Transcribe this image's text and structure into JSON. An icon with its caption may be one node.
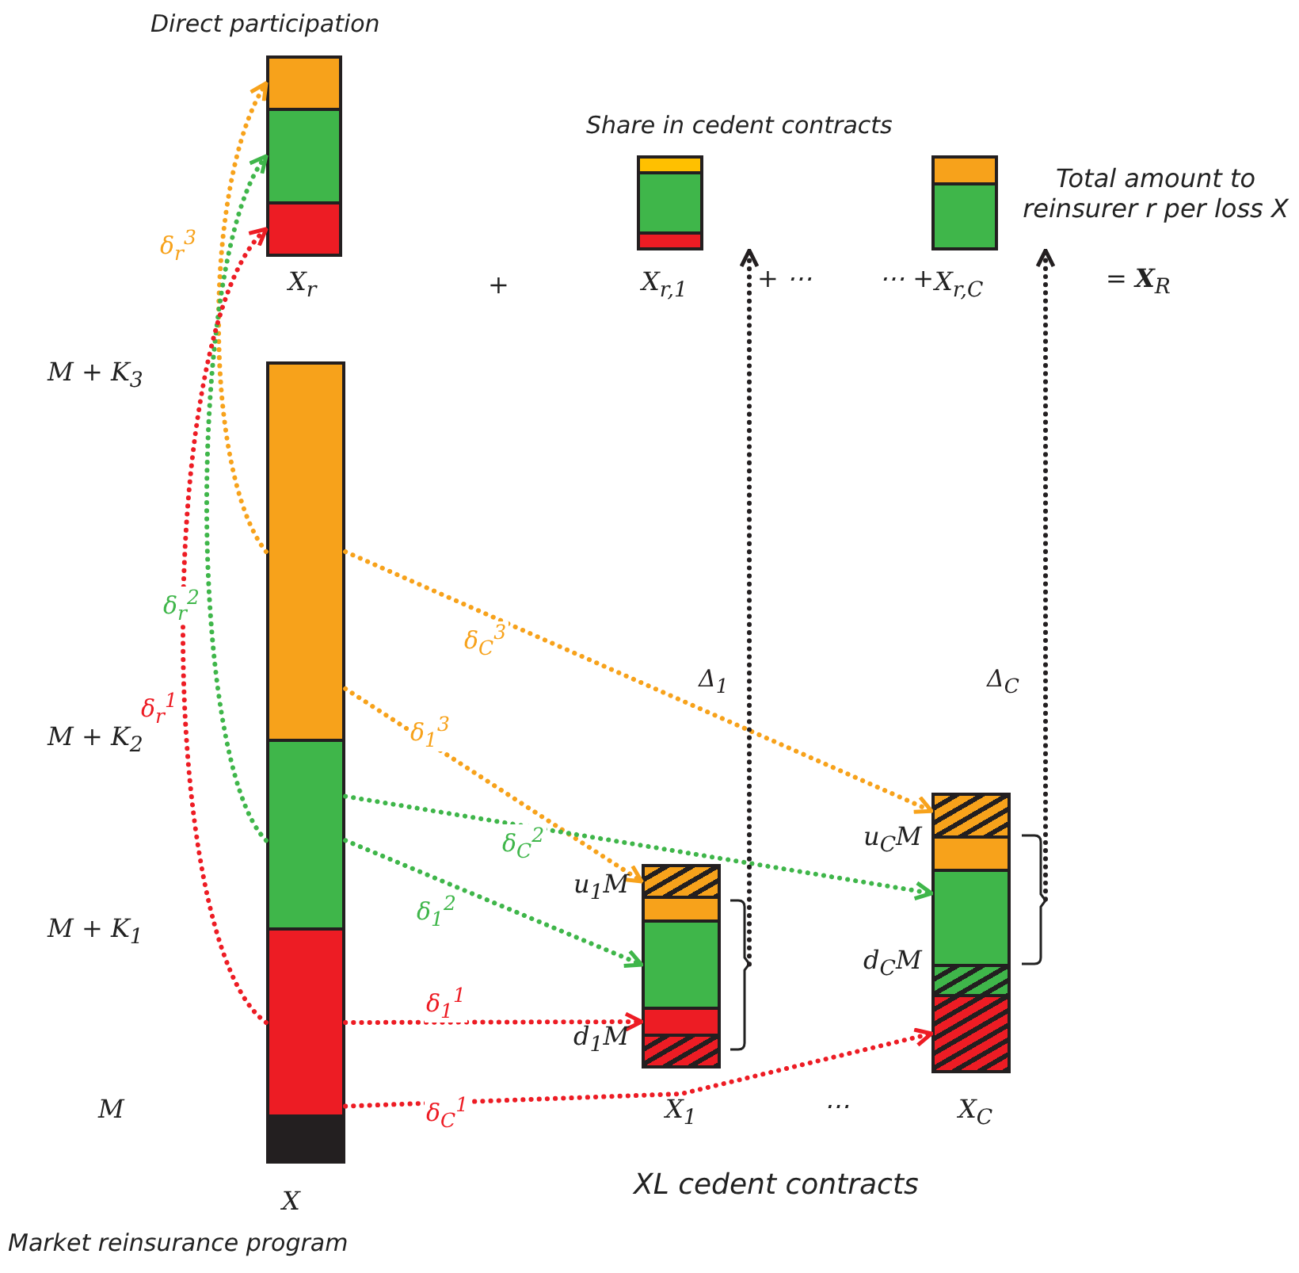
{
  "diagram": {
    "nodes": [
      {
        "text": [
          "Direct participation"
        ],
        "beside": [
          "X$_{r}$"
        ]
      },
      {
        "text": [],
        "shape": "bar",
        "in": 0
      },
      {
        "text": [],
        "shape": "bar",
        "in": 0
      },
      {
        "text": [],
        "shape": "bar",
        "in": 0
      },
      {
        "text": [
          "Share in cedent contracts"
        ],
        "beside": [
          "X$_{r,1}$"
        ]
      },
      {
        "text": [],
        "shape": "bar",
        "in": 4
      },
      {
        "text": [],
        "shape": "bar",
        "in": 4
      },
      {
        "text": [],
        "shape": "bar",
        "in": 4
      },
      {
        "text": [
          "Total amount to reinsurer r per loss X"
        ],
        "beside": [
          "X$_{r,C}$"
        ]
      },
      {
        "text": [],
        "shape": "bar",
        "in": 8
      },
      {
        "text": [],
        "shape": "bar",
        "in": 8
      },
      {
        "text": [
          "Market reinsurance program"
        ],
        "beside": [
          "X"
        ]
      },
      {
        "text": [],
        "shape": "bar",
        "in": 11
      },
      {
        "text": [],
        "shape": "bar",
        "in": 11
      },
      {
        "text": [],
        "shape": "bar",
        "in": 11
      },
      {
        "text": [],
        "shape": "bar",
        "in": 11
      },
      {
        "text": [],
        "shape": "bar",
        "beside": [
          "X$_{1}$"
        ]
      },
      {
        "text": [],
        "shape": "bar",
        "in": 16
      },
      {
        "text": [],
        "shape": "bar",
        "in": 16
      },
      {
        "text": [],
        "shape": "bar",
        "in": 16
      },
      {
        "text": [],
        "shape": "bar",
        "in": 16
      },
      {
        "text": [],
        "shape": "bar",
        "in": 16
      },
      {
        "text": [],
        "shape": "bar",
        "beside": [
          "X$_{C}$"
        ]
      },
      {
        "text": [],
        "shape": "bar",
        "in": 22
      },
      {
        "text": [],
        "shape": "bar",
        "in": 22
      },
      {
        "text": [],
        "shape": "bar",
        "in": 22
      },
      {
        "text": [],
        "shape": "bar",
        "in": 22
      },
      {
        "text": [],
        "shape": "bar",
        "in": 22
      }
    ],
    "edges": [
      {
        "from": 12,
        "to": 1,
        "arrow": "to",
        "label": "δ$_{r}$$^{3}$",
        "color": "#f7a21b"
      },
      {
        "from": 12,
        "to": 23,
        "arrow": "to",
        "label": "δ$_{C}$$^{3}$",
        "color": "#f7a21b"
      },
      {
        "from": 12,
        "to": 17,
        "arrow": "to",
        "label": "δ$_{1}$$^{3}$",
        "color": "#f7a21b"
      },
      {
        "from": 13,
        "to": 2,
        "arrow": "to",
        "label": "δ$_{r}$$^{2}$",
        "color": "#3fb64a"
      },
      {
        "from": 13,
        "to": 25,
        "arrow": "to",
        "label": "δ$_{C}$$^{2}$",
        "color": "#3fb64a"
      },
      {
        "from": 13,
        "to": 19,
        "arrow": "to",
        "label": "δ$_{1}$$^{2}$",
        "color": "#3fb64a"
      },
      {
        "from": 14,
        "to": 3,
        "arrow": "to",
        "label": "δ$_{r}$$^{1}$",
        "color": "#ed1c24"
      },
      {
        "from": 14,
        "to": 20,
        "arrow": "to",
        "label": "δ$_{1}$$^{1}$",
        "color": "#ed1c24"
      },
      {
        "from": 14,
        "to": 27,
        "arrow": "to",
        "label": "δ$_{C}$$^{1}$",
        "color": "#ed1c24"
      },
      {
        "from": 16,
        "to": 4,
        "arrow": "to",
        "label": "Δ$_{1}$",
        "color": "#231f20"
      },
      {
        "from": 22,
        "to": 8,
        "arrow": "to",
        "label": "Δ$_{C}$",
        "color": "#231f20"
      }
    ],
    "labels": [
      "+",
      "+ ⋯",
      "⋯ +",
      "= **X**$_{R}$",
      "M + K$_{3}$",
      "M + K$_{2}$",
      "u$_{C}$M",
      "u$_{1}$M",
      "M + K$_{1}$",
      "d$_{C}$M",
      "d$_{1}$M",
      "M",
      "⋯",
      "XL cedent contracts"
    ]
  }
}
